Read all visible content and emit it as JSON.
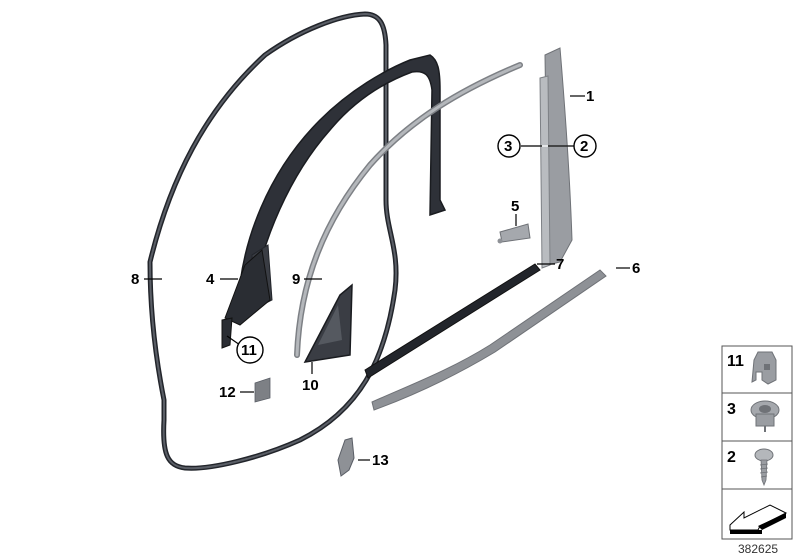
{
  "diagram": {
    "id_number": "382625",
    "colors": {
      "seal_dark": "#3a3d44",
      "seal_edge": "#22252b",
      "trim_gray": "#8e9196",
      "trim_light": "#b4b7bb",
      "panel_gray": "#9a9da2",
      "legend_border": "#555555"
    },
    "callouts": [
      {
        "number": "1",
        "part": "b-pillar-trim-cover"
      },
      {
        "number": "2",
        "part": "screw",
        "circled": true
      },
      {
        "number": "3",
        "part": "clip-nut",
        "circled": true
      },
      {
        "number": "4",
        "part": "mirror-triangle-trim-inner"
      },
      {
        "number": "5",
        "part": "bracket"
      },
      {
        "number": "6",
        "part": "outer-window-shaft-strip"
      },
      {
        "number": "7",
        "part": "inner-window-shaft-seal"
      },
      {
        "number": "8",
        "part": "door-seal-on-body"
      },
      {
        "number": "9",
        "part": "window-guide-channel"
      },
      {
        "number": "10",
        "part": "mirror-triangle-cover"
      },
      {
        "number": "11",
        "part": "clip",
        "circled": true
      },
      {
        "number": "12",
        "part": "pad"
      },
      {
        "number": "13",
        "part": "holder"
      }
    ],
    "legend": [
      {
        "number": "11",
        "icon": "clip-icon"
      },
      {
        "number": "3",
        "icon": "clip-nut-icon"
      },
      {
        "number": "2",
        "icon": "screw-icon"
      },
      {
        "number": "",
        "icon": "arrow-left-down-icon"
      }
    ]
  }
}
